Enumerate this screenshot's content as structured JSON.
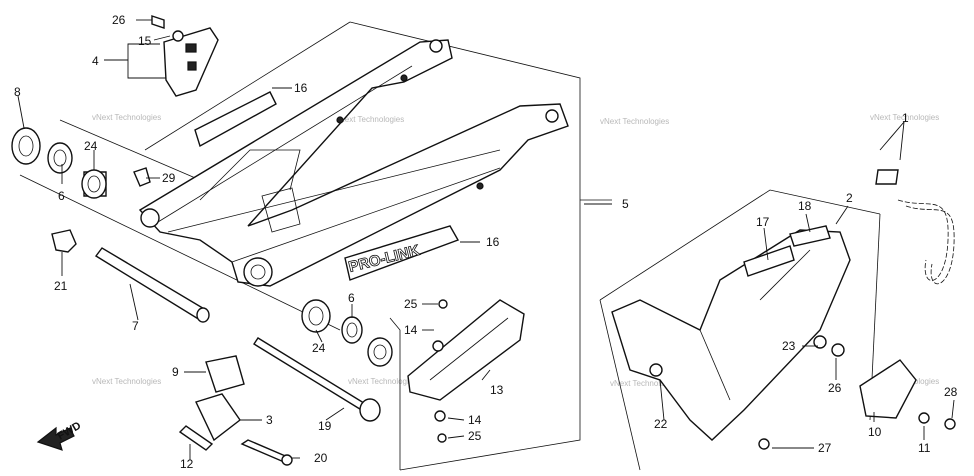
{
  "callouts": {
    "n1": "1",
    "n2": "2",
    "n4": "4",
    "n5": "5",
    "n6a": "6",
    "n6b": "6",
    "n7": "7",
    "n8": "8",
    "n9": "9",
    "n10": "10",
    "n11": "11",
    "n12": "12",
    "n13": "13",
    "n14a": "14",
    "n14b": "14",
    "n15": "15",
    "n16a": "16",
    "n16b": "16",
    "n17": "17",
    "n18": "18",
    "n19": "19",
    "n20": "20",
    "n21": "21",
    "n22": "22",
    "n23": "23",
    "n24a": "24",
    "n24b": "24",
    "n25a": "25",
    "n25b": "25",
    "n26a": "26",
    "n26b": "26",
    "n27": "27",
    "n28": "28",
    "n29": "29",
    "n3": "3"
  },
  "decal_text": "PRO-LINK",
  "direction_label": "FWD",
  "watermark": "vNext Technologies"
}
